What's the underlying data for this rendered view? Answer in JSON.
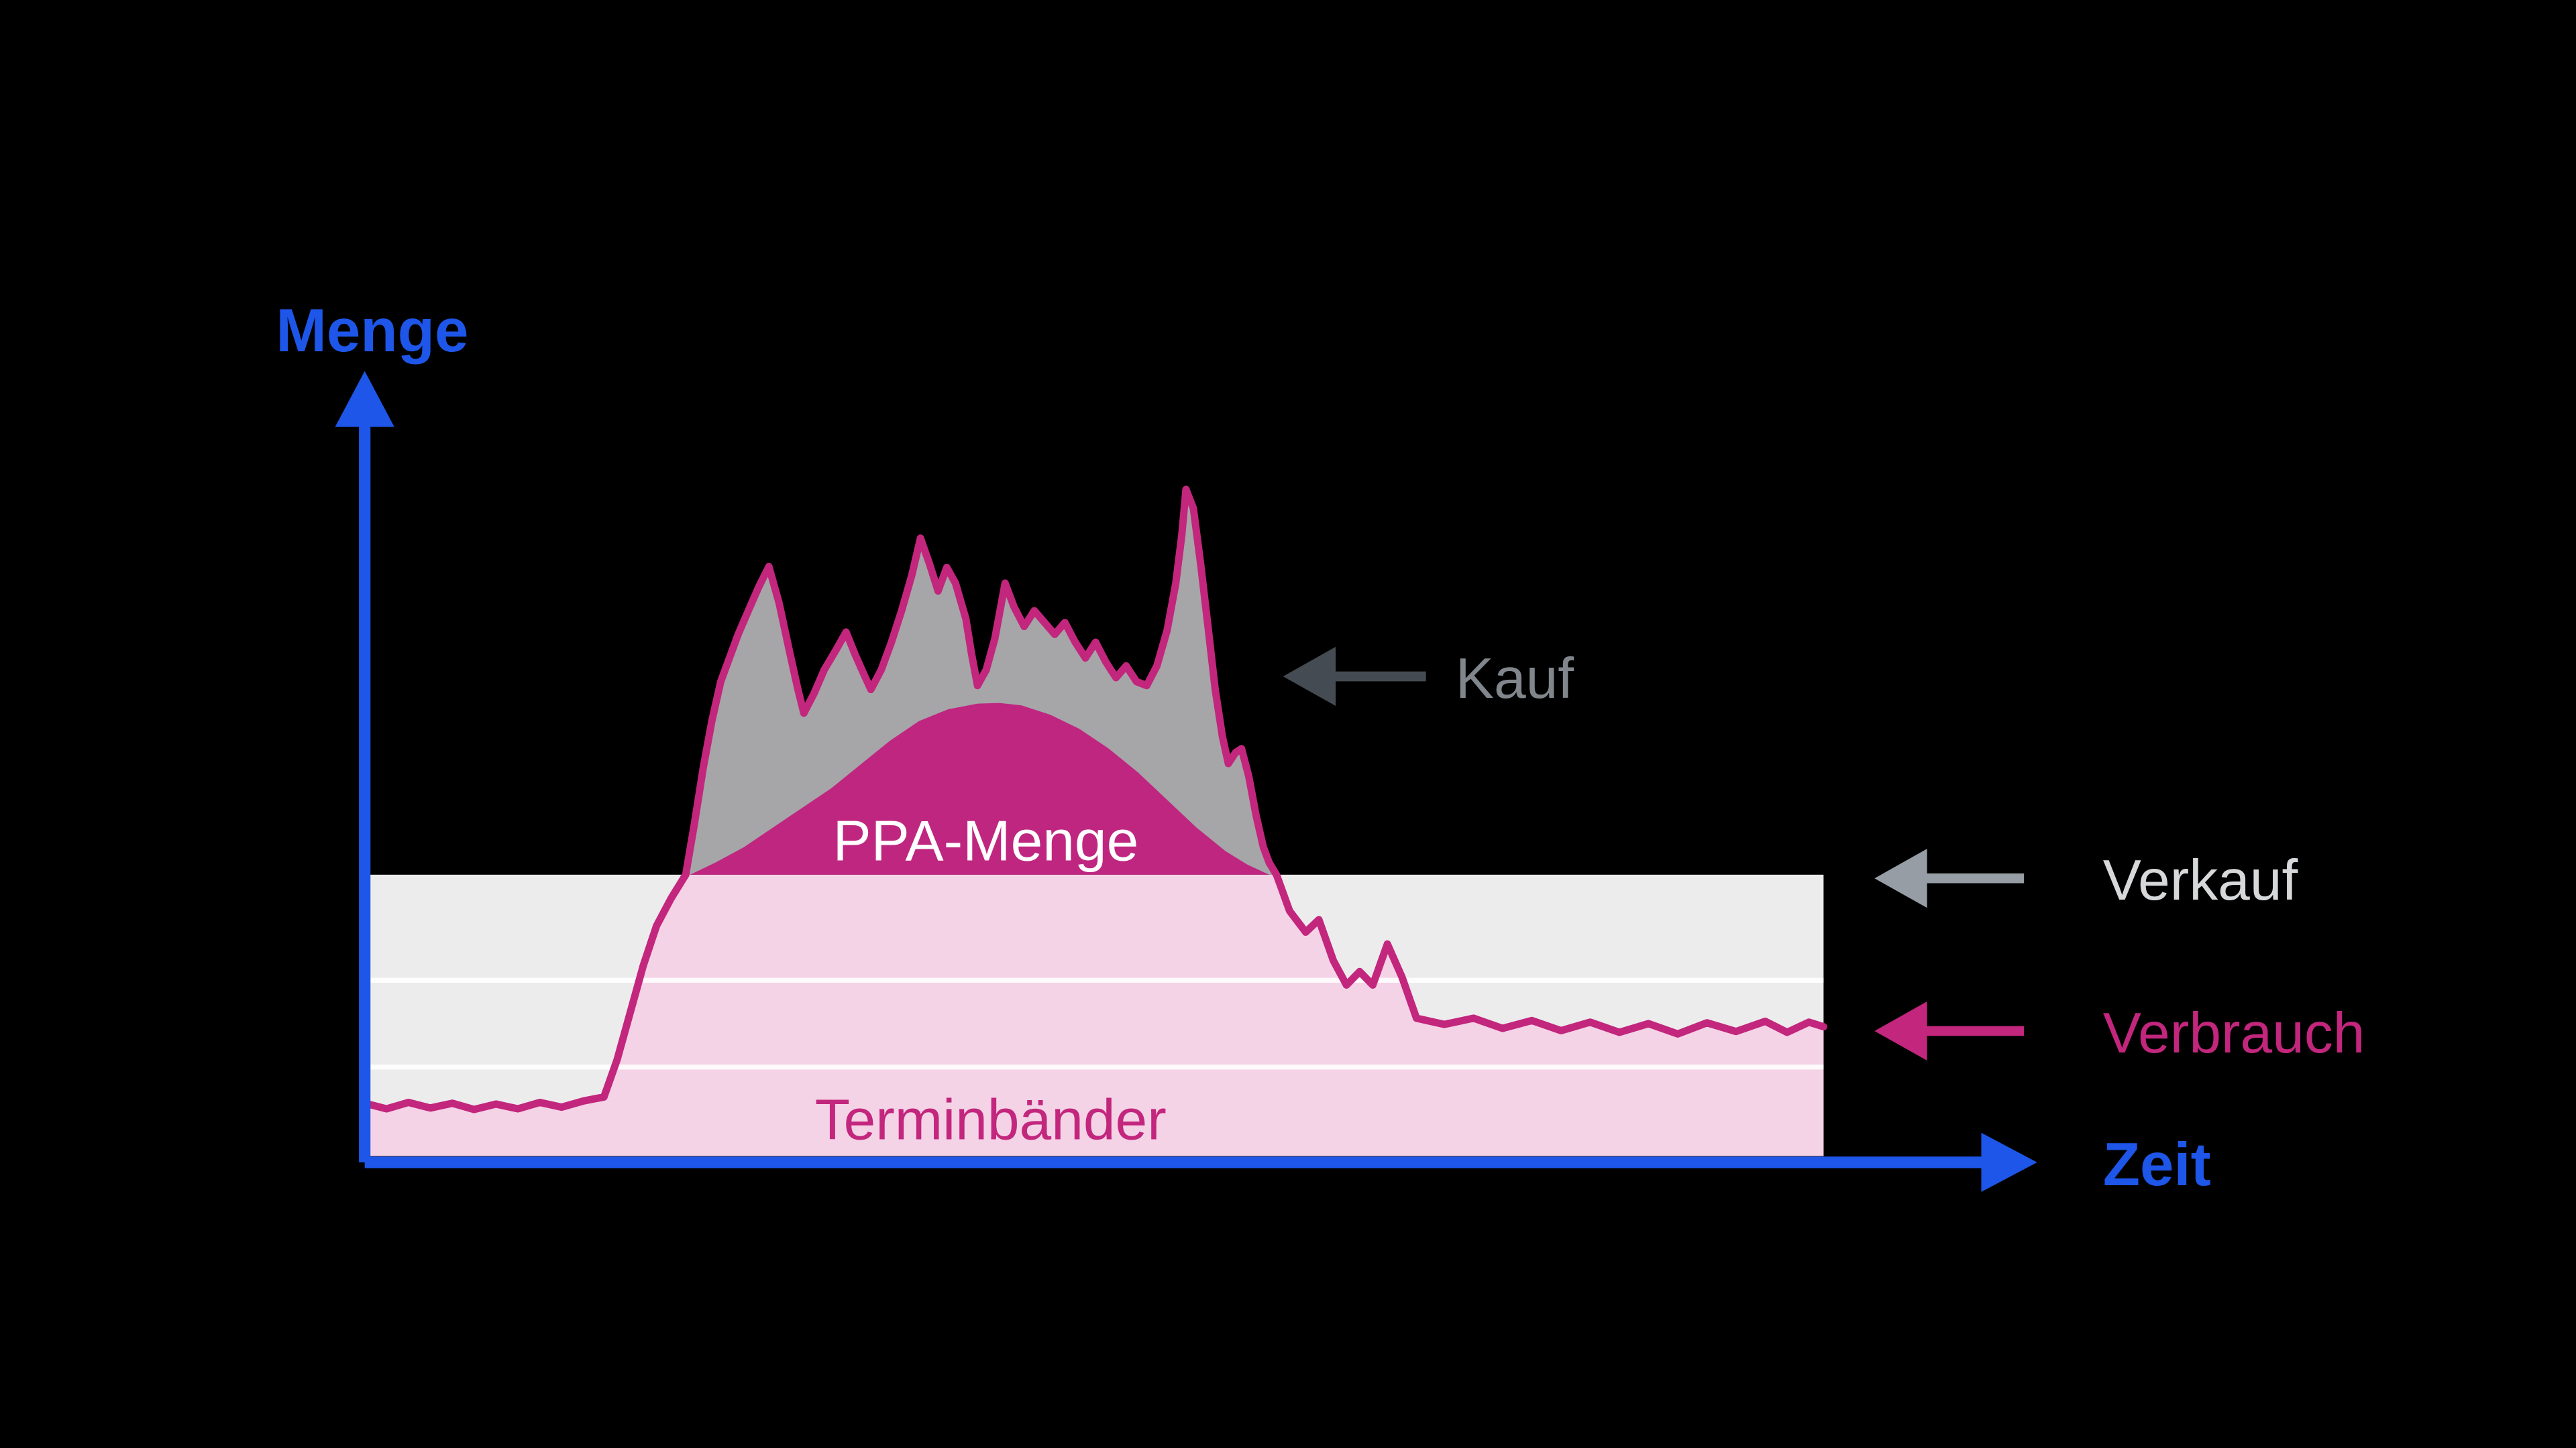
{
  "page": {
    "background": "#000000",
    "description": "Konzeptdiagramm: Verbrauch, PPA-Menge, Terminbänder, Kauf und Verkauf über die Zeit"
  },
  "labels": {
    "y_axis": "Menge",
    "x_axis": "Zeit",
    "ppa_area": "PPA-Menge",
    "band": "Terminbänder",
    "kauf": "Kauf",
    "verkauf": "Verkauf",
    "verbrauch": "Verbrauch"
  },
  "colors": {
    "background": "#000000",
    "axis_blue": "#1d56e8",
    "magenta": "#c2267d",
    "ppa_fill": "#bf2680",
    "band_gray": "#ececec",
    "band_pink": "#f5d3e6",
    "kauf_fill": "#a6a6a8",
    "kauf_arrow": "#454b52",
    "kauf_text": "#80868c",
    "verkauf_arrow": "#969da4",
    "verkauf_text": "#d6d8da",
    "divider_white": "#ffffff",
    "ppa_label_white": "#ffffff"
  },
  "legend": [
    {
      "label": "Kauf",
      "arrow_direction": "left",
      "points_at": "graue Fläche oberhalb der Terminbänder",
      "color": "#454b52",
      "text_color": "#80868c"
    },
    {
      "label": "Verkauf",
      "arrow_direction": "left",
      "points_at": "Oberkante Terminbänder",
      "color": "#969da4",
      "text_color": "#d6d8da"
    },
    {
      "label": "Verbrauch",
      "arrow_direction": "left",
      "points_at": "magenta Verbrauchslinie",
      "color": "#c2267d",
      "text_color": "#c2267d"
    },
    {
      "label": "Zeit",
      "arrow_direction": "right",
      "points_at": "x-Achse",
      "color": "#1d56e8",
      "text_color": "#1d56e8"
    }
  ],
  "chart_data": {
    "type": "area",
    "xlabel": "Zeit",
    "ylabel": "Menge",
    "axis_note": "Konzeptdiagramm ohne numerische Achsenbeschriftung; Werte in relativen Einheiten 0-100",
    "xlim": [
      0,
      100
    ],
    "ylim": [
      0,
      100
    ],
    "grid": false,
    "legend_position": "right",
    "mapping": {
      "x0": 222,
      "x_scale": 8.88,
      "y0": 708,
      "y_scale": 4.8
    },
    "band": {
      "label": "Terminbänder",
      "top": 36.5,
      "bottom": 0.8,
      "dividers": [
        23.1,
        12.1
      ]
    },
    "series": [
      {
        "id": "verbrauch",
        "name": "Verbrauch",
        "type": "line",
        "color": "#c2267d",
        "points": [
          [
            0,
            7.5
          ],
          [
            1.5,
            6.8
          ],
          [
            3,
            7.6
          ],
          [
            4.5,
            6.9
          ],
          [
            6,
            7.5
          ],
          [
            7.5,
            6.7
          ],
          [
            9,
            7.4
          ],
          [
            10.5,
            6.8
          ],
          [
            12,
            7.6
          ],
          [
            13.5,
            7.0
          ],
          [
            15,
            7.8
          ],
          [
            16.4,
            8.3
          ],
          [
            17.3,
            13
          ],
          [
            18.2,
            19
          ],
          [
            19.1,
            25
          ],
          [
            20,
            30
          ],
          [
            21,
            33.5
          ],
          [
            22,
            36.5
          ],
          [
            22.6,
            43
          ],
          [
            23.2,
            50
          ],
          [
            23.8,
            56
          ],
          [
            24.4,
            61
          ],
          [
            25,
            64
          ],
          [
            25.6,
            67
          ],
          [
            26.3,
            70
          ],
          [
            27,
            73
          ],
          [
            27.7,
            75.6
          ],
          [
            28.4,
            71
          ],
          [
            29.1,
            65
          ],
          [
            29.7,
            60
          ],
          [
            30.1,
            57
          ],
          [
            30.8,
            59.5
          ],
          [
            31.5,
            62.5
          ],
          [
            32.3,
            65
          ],
          [
            33,
            67.3
          ],
          [
            33.6,
            64.5
          ],
          [
            34.2,
            62
          ],
          [
            34.7,
            60
          ],
          [
            35.4,
            62.5
          ],
          [
            36.1,
            66
          ],
          [
            36.8,
            70
          ],
          [
            37.5,
            74.5
          ],
          [
            38.1,
            79.2
          ],
          [
            38.7,
            76
          ],
          [
            39.3,
            72.5
          ],
          [
            39.9,
            75.5
          ],
          [
            40.5,
            73.5
          ],
          [
            41.2,
            69
          ],
          [
            41.6,
            64.5
          ],
          [
            42,
            60.5
          ],
          [
            42.6,
            62.5
          ],
          [
            43.2,
            66.5
          ],
          [
            43.9,
            73.5
          ],
          [
            44.5,
            70.5
          ],
          [
            45.2,
            68
          ],
          [
            45.9,
            70
          ],
          [
            46.6,
            68.5
          ],
          [
            47.3,
            67
          ],
          [
            48,
            68.5
          ],
          [
            48.7,
            66
          ],
          [
            49.4,
            64
          ],
          [
            50.1,
            66
          ],
          [
            50.8,
            63.5
          ],
          [
            51.5,
            61.5
          ],
          [
            52.2,
            63
          ],
          [
            52.9,
            61
          ],
          [
            53.6,
            60.5
          ],
          [
            54.3,
            63
          ],
          [
            55,
            67.5
          ],
          [
            55.6,
            73.5
          ],
          [
            56,
            79.5
          ],
          [
            56.3,
            85.4
          ],
          [
            56.8,
            83
          ],
          [
            57.3,
            76
          ],
          [
            57.8,
            68
          ],
          [
            58.3,
            60
          ],
          [
            58.8,
            54
          ],
          [
            59.2,
            50.6
          ],
          [
            59.7,
            52
          ],
          [
            60.1,
            52.5
          ],
          [
            60.6,
            49
          ],
          [
            61.1,
            44
          ],
          [
            61.6,
            40
          ],
          [
            62,
            38
          ],
          [
            62.5,
            36.5
          ],
          [
            63.4,
            31.9
          ],
          [
            64.5,
            29.2
          ],
          [
            65.4,
            30.8
          ],
          [
            66.4,
            25.6
          ],
          [
            67.3,
            22.5
          ],
          [
            68.2,
            24.2
          ],
          [
            69.1,
            22.5
          ],
          [
            70.1,
            27.7
          ],
          [
            71.1,
            23.5
          ],
          [
            72.1,
            18.3
          ],
          [
            74,
            17.5
          ],
          [
            76,
            18.3
          ],
          [
            78,
            17
          ],
          [
            80,
            18
          ],
          [
            82,
            16.7
          ],
          [
            84,
            17.8
          ],
          [
            86,
            16.5
          ],
          [
            88,
            17.6
          ],
          [
            90,
            16.3
          ],
          [
            92,
            17.7
          ],
          [
            94,
            16.6
          ],
          [
            96,
            17.9
          ],
          [
            97.5,
            16.5
          ],
          [
            99,
            17.8
          ],
          [
            100,
            17.2
          ]
        ]
      },
      {
        "id": "ppa",
        "name": "PPA-Menge",
        "type": "area",
        "color": "#bf2680",
        "points": [
          [
            22.3,
            36.5
          ],
          [
            24,
            38
          ],
          [
            26,
            40
          ],
          [
            28,
            42.5
          ],
          [
            30,
            45
          ],
          [
            32,
            47.5
          ],
          [
            34,
            50.5
          ],
          [
            36,
            53.5
          ],
          [
            38,
            56
          ],
          [
            40,
            57.5
          ],
          [
            42,
            58.2
          ],
          [
            43.5,
            58.3
          ],
          [
            45,
            58
          ],
          [
            47,
            56.8
          ],
          [
            49,
            55
          ],
          [
            51,
            52.5
          ],
          [
            53,
            49.5
          ],
          [
            55,
            46
          ],
          [
            57,
            42.5
          ],
          [
            59,
            39.5
          ],
          [
            60.5,
            37.8
          ],
          [
            62,
            36.5
          ]
        ]
      },
      {
        "id": "kauf",
        "name": "Kauf",
        "type": "area",
        "color": "#a6a6a8",
        "derived_from": "Fläche zwischen Verbrauchslinie und Oberkante der Terminbänder (oberhalb der PPA-Menge)"
      },
      {
        "id": "terminbaender",
        "name": "Terminbänder",
        "type": "band",
        "color": "#ececec",
        "fill_below_consumption": "#f5d3e6"
      }
    ]
  }
}
